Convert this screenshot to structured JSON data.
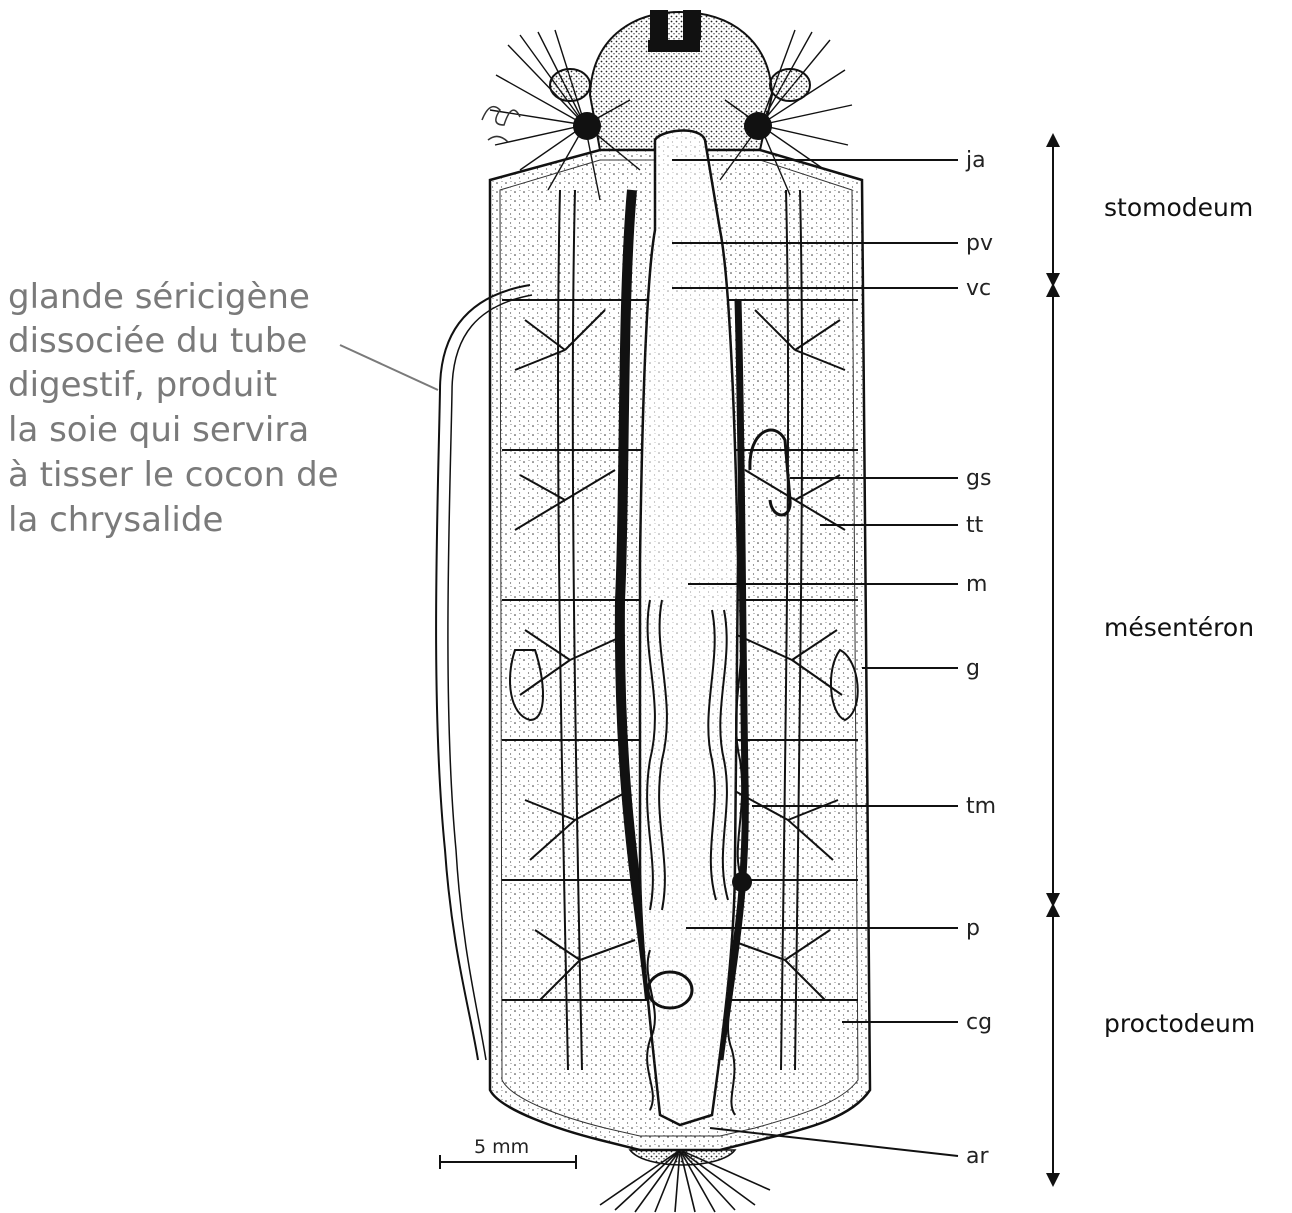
{
  "annotation": {
    "lines": [
      "glande séricigène",
      "dissociée du tube",
      "digestif, produit",
      "la soie qui servira",
      "à tisser le cocon de",
      "la chrysalide"
    ]
  },
  "labels": [
    "ja",
    "pv",
    "vc",
    "gs",
    "tt",
    "m",
    "g",
    "tm",
    "p",
    "cg",
    "ar"
  ],
  "regions": [
    "stomodeum",
    "mésentéron",
    "proctodeum"
  ],
  "scale_bar": {
    "label": "5 mm"
  },
  "colors": {
    "ink": "#111111",
    "annotation": "#7a7a7a",
    "background": "#ffffff"
  }
}
